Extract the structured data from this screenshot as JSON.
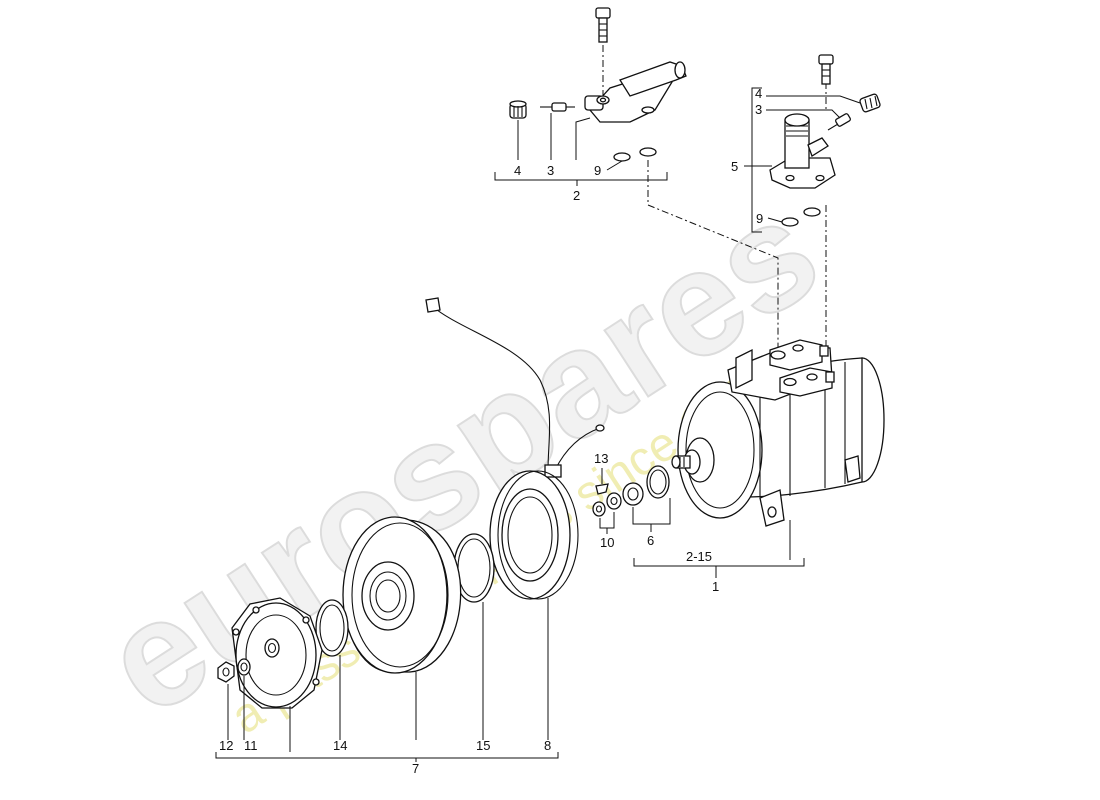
{
  "watermark": {
    "brand": "eurospares",
    "tagline": "a passion for parts since 1985"
  },
  "callouts": {
    "c1": "1",
    "c2": "2",
    "c2_15": "2-15",
    "c3a": "3",
    "c3b": "3",
    "c4a": "4",
    "c4b": "4",
    "c5": "5",
    "c6": "6",
    "c7": "7",
    "c8": "8",
    "c9a": "9",
    "c9b": "9",
    "c10": "10",
    "c11": "11",
    "c12": "12",
    "c13": "13",
    "c14": "14",
    "c15": "15"
  }
}
